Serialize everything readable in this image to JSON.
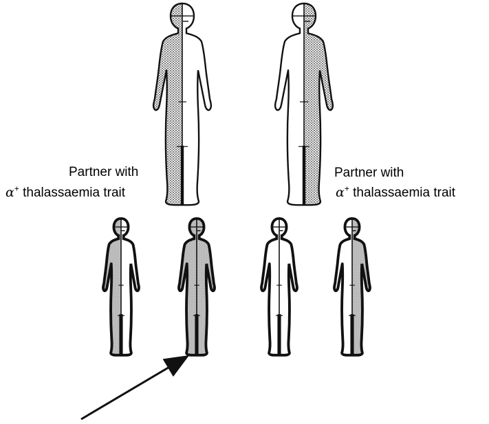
{
  "labels": {
    "left_partner": {
      "line1": "Partner with",
      "symbol": "α",
      "superscript": "+",
      "line2_rest": " thalassaemia trait"
    },
    "right_partner": {
      "line1": "Partner with",
      "symbol": "α",
      "superscript": "+",
      "line2_rest": " thalassaemia trait"
    }
  },
  "colors": {
    "line": "#111111",
    "shading": "#777777",
    "background": "#ffffff"
  },
  "figures": {
    "parents": [
      {
        "role": "left-partner",
        "shaded_half": "left"
      },
      {
        "role": "right-partner",
        "shaded_half": "right"
      }
    ],
    "children": [
      {
        "role": "child-1",
        "shaded_half": "left"
      },
      {
        "role": "child-2",
        "shaded_half": "both"
      },
      {
        "role": "child-3",
        "shaded_half": "none"
      },
      {
        "role": "child-4",
        "shaded_half": "right"
      }
    ]
  },
  "arrow": {
    "icon": "pointer-arrow-icon",
    "points_to": "child-2"
  }
}
